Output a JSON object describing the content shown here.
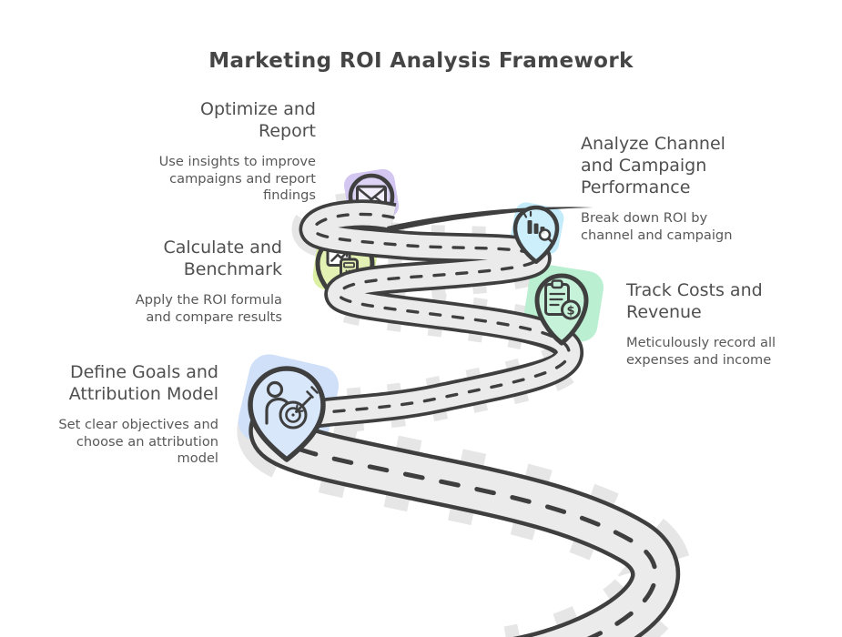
{
  "title": "Marketing ROI Analysis Framework",
  "colors": {
    "background": "#ffffff",
    "outline_ink": "#3f3f3f",
    "road_surface": "#ebebeb",
    "road_chevrons": "#e6e6e6",
    "title_text": "#454545",
    "heading_text": "#4f4f4f",
    "body_text": "#585858"
  },
  "steps": [
    {
      "id": "define-goals",
      "heading": "Define Goals and Attribution Model",
      "heading_lines": [
        "Define Goals and",
        "Attribution Model"
      ],
      "description": "Set clear objectives and choose an attribution model",
      "description_lines": [
        "Set clear objectives and",
        "choose an attribution",
        "model"
      ],
      "icon": "person-target-icon",
      "pin_color": "#d9e7fa",
      "blob_color": "#cfe0f8"
    },
    {
      "id": "track-costs-revenue",
      "heading": "Track Costs and Revenue",
      "heading_lines": [
        "Track Costs and",
        "Revenue"
      ],
      "description": "Meticulously record all expenses and income",
      "description_lines": [
        "Meticulously record all",
        "expenses and income"
      ],
      "icon": "clipboard-dollar-icon",
      "pin_color": "#c7f2da",
      "blob_color": "#baefd1"
    },
    {
      "id": "calculate-benchmark",
      "heading": "Calculate and Benchmark",
      "heading_lines": [
        "Calculate and",
        "Benchmark"
      ],
      "description": "Apply the ROI formula and compare results",
      "description_lines": [
        "Apply the ROI formula",
        "and compare results"
      ],
      "icon": "chart-calculator-icon",
      "pin_color": "#e3f2b4",
      "blob_color": "#dcf0a4"
    },
    {
      "id": "analyze-channel-campaign",
      "heading": "Analyze Channel and Campaign Performance",
      "heading_lines": [
        "Analyze Channel",
        "and Campaign",
        "Performance"
      ],
      "description": "Break down ROI by channel and campaign",
      "description_lines": [
        "Break down ROI by",
        "channel and campaign"
      ],
      "icon": "bar-chart-magnifier-icon",
      "pin_color": "#cdeffb",
      "blob_color": "#c3ebfa"
    },
    {
      "id": "optimize-report",
      "heading": "Optimize and Report",
      "heading_lines": [
        "Optimize and",
        "Report"
      ],
      "description": "Use insights to improve campaigns and report findings",
      "description_lines": [
        "Use insights to improve",
        "campaigns and report",
        "findings"
      ],
      "icon": "envelope-icon",
      "pin_color": "#ddd3f5",
      "blob_color": "#d3c7f2"
    }
  ],
  "icon_glyphs": {
    "dollar": "$"
  }
}
